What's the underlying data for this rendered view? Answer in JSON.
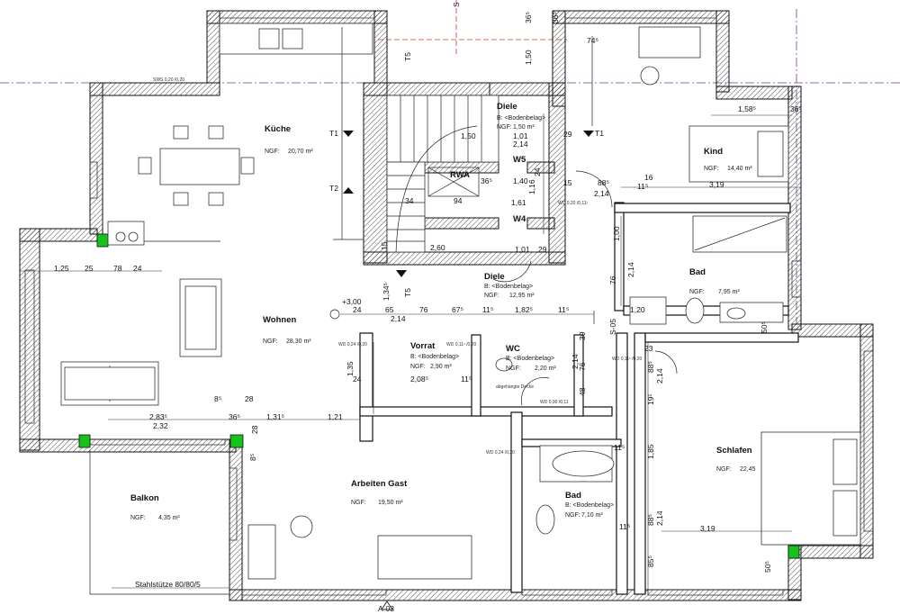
{
  "rooms": {
    "kueche": {
      "name": "Küche",
      "ngf_label": "NGF:",
      "ngf": "20,70 m²"
    },
    "wohnen": {
      "name": "Wohnen",
      "ngf_label": "NGF:",
      "ngf": "28,30 m²"
    },
    "diele_top": {
      "name": "Diele",
      "floor": "B: <Bodenbelag>",
      "ngf_label": "NGF:",
      "ngf": "1,50 m²"
    },
    "diele": {
      "name": "Diele",
      "floor": "B: <Bodenbelag>",
      "ngf_label": "NGF:",
      "ngf": "12,95 m²"
    },
    "kind": {
      "name": "Kind",
      "ngf_label": "NGF:",
      "ngf": "14,40 m²"
    },
    "bad": {
      "name": "Bad",
      "ngf_label": "NGF:",
      "ngf": "7,95 m²"
    },
    "vorrat": {
      "name": "Vorrat",
      "floor": "B: <Bodenbelag>",
      "ngf_label": "NGF:",
      "ngf": "2,90 m²"
    },
    "wc": {
      "name": "WC",
      "floor": "B: <Bodenbelag>",
      "ngf_label": "NGF:",
      "ngf": "2,20 m²"
    },
    "schlafen": {
      "name": "Schlafen",
      "ngf_label": "NGF:",
      "ngf": "22,45"
    },
    "arbeiten": {
      "name": "Arbeiten Gast",
      "ngf_label": "NGF:",
      "ngf": "19,50 m²"
    },
    "balkon": {
      "name": "Balkon",
      "ngf_label": "NGF:",
      "ngf": "4,35 m²"
    },
    "bad2": {
      "name": "Bad",
      "floor": "B: <Bodenbelag>",
      "ngf_label": "NGF:",
      "ngf": "7,10 m²"
    }
  },
  "labels": {
    "rwa": "RWA",
    "w5": "W5",
    "w4": "W4",
    "t1_left": "T1",
    "t1_right": "T1",
    "t2": "T2",
    "t5_top": "T5",
    "t5_bottom": "T5",
    "s05": "S-05",
    "a03": "A-03",
    "stahlstuetze": "Stahlstütze 80/80/5",
    "level": "+3,00",
    "abgehaengte": "abgehängte Decke",
    "sws": "SWS 0,20 /0,20",
    "wd1": "WD 0,11¹ /0,20",
    "wd2": "WD 0,11¹ /0,20",
    "wd3": "WD 0,24 /0,20",
    "wd4": "WD 0,90 /0,11",
    "wd5": "WD 0,24 /0,20",
    "wd6": "WD 0,20 /0,11¹",
    "s_mark": "S"
  },
  "dimensions": [
    "1,50",
    "1,01",
    "2,14",
    "1,40",
    "1,16",
    "1,61",
    "1,01",
    "29",
    "1,25",
    "25",
    "78",
    "24",
    "36⁵",
    "74⁵",
    "1,58⁵",
    "36⁵",
    "3,19",
    "16",
    "11⁵",
    "88⁵",
    "2,14",
    "1,00",
    "76",
    "2,14",
    "24",
    "65",
    "76",
    "67⁵",
    "11⁵",
    "1,82⁵",
    "11⁵",
    "1,20",
    "2,14",
    "1,35",
    "24",
    "2,08⁵",
    "11⁵",
    "2,83⁵",
    "2,32",
    "36⁵",
    "1,31⁵",
    "1,21",
    "8⁵",
    "28",
    "28",
    "8⁵",
    "39",
    "76",
    "2,14",
    "48",
    "88⁵",
    "2,14",
    "19¹",
    "1,85",
    "2,14",
    "88⁵",
    "11⁵",
    "3,19",
    "85⁵",
    "50⁵",
    "50⁵",
    "2,60",
    "1,34⁵",
    "36⁵",
    "94",
    "34",
    "24",
    "15",
    "29",
    "11⁵",
    "1,50",
    "36⁵",
    "23",
    "15"
  ]
}
